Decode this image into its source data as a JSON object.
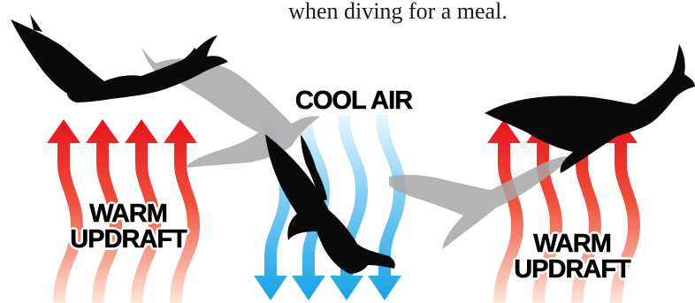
{
  "caption": "when diving for a meal.",
  "labels": {
    "warm_left": [
      "WARM",
      "UPDRAFT"
    ],
    "cool": "COOL AIR",
    "warm_right": [
      "WARM",
      "UPDRAFT"
    ]
  },
  "colors": {
    "warm_arrow_top": "#e8141c",
    "warm_arrow_bottom": "#fde3d6",
    "cool_arrow_top": "#e6f6fd",
    "cool_arrow_bottom": "#1aa4e8",
    "bird": "#0a0a0a",
    "ghost_bird": "#a9a9a9"
  }
}
